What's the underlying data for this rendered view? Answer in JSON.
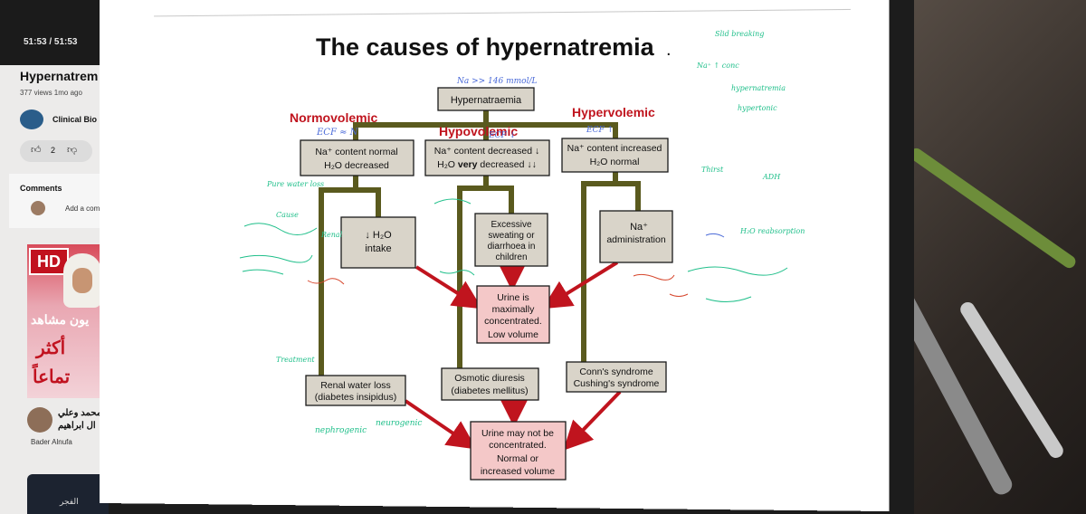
{
  "video": {
    "timestamp": "51:53 / 51:53",
    "title": "Hypernatrem",
    "meta": "377 views  1mo ago",
    "channel": "Clinical Bio",
    "like_count": "2",
    "comments_label": "Comments",
    "add_comment": "Add a com",
    "thumb_badge": "HD",
    "thumb_line1": "يون مشاهد",
    "thumb_line2": "أكثر",
    "thumb_line3": "تماعاً",
    "channel_ar_1": "محمد وعلي",
    "channel_ar_2": "ال ابراهيم",
    "author": "Bader Alnufa",
    "bottom_ar": "الفجر"
  },
  "slide": {
    "title": "The causes of hypernatremia",
    "title_dot": ".",
    "root": "Hypernatraemia",
    "categories": {
      "normo": "Normovolemic",
      "hypo": "Hypovolemic",
      "hyper": "Hypervolemic"
    },
    "level1": {
      "normo_line1": "Na⁺ content normal",
      "normo_line2": "H₂O decreased",
      "hypo_line1": "Na⁺ content decreased  ↓",
      "hypo_line2_pre": "H₂O ",
      "hypo_line2_bold": "very",
      "hypo_line2_post": " decreased  ↓↓",
      "hyper_line1": "Na⁺ content increased",
      "hyper_line2": "H₂O normal"
    },
    "level2": {
      "intake_line1": "↓ H₂O",
      "intake_line2": "intake",
      "sweat_line1": "Excessive",
      "sweat_line2": "sweating or",
      "sweat_line3": "diarrhoea in",
      "sweat_line4": "children",
      "admin_line1": "Na⁺",
      "admin_line2": "administration"
    },
    "result1": {
      "line1": "Urine is",
      "line2": "maximally",
      "line3": "concentrated.",
      "line4": "Low volume"
    },
    "level3": {
      "renal_line1": "Renal water loss",
      "renal_line2": "(diabetes insipidus)",
      "osmotic_line1": "Osmotic diuresis",
      "osmotic_line2": "(diabetes mellitus)",
      "conn_line1": "Conn's syndrome",
      "conn_line2": "Cushing's syndrome"
    },
    "result2": {
      "line1": "Urine may not be",
      "line2": "concentrated.",
      "line3": "Normal or",
      "line4": "increased volume"
    },
    "handwritten": {
      "na_level": "Na >> 146 mmol/L",
      "ecf_normo": "ECF ≈ N",
      "ecf_hypo": "ECF ↓",
      "ecf_hyper": "ECF ↑",
      "pure_water": "Pure water loss",
      "cause": "Cause",
      "renal": "Renal",
      "nephrogenic": "nephrogenic",
      "neurogenic": "neurogenic",
      "treatment": "Treatment",
      "right1": "Slid breaking",
      "right2": "Na⁺ ↑ conc",
      "right3": "hypernatremia",
      "right4": "hypertonic",
      "right5": "Thirst",
      "right6": "ADH",
      "right7": "H₂O reabsorption"
    },
    "colors": {
      "box_fill": "#d9d4c9",
      "box_stroke": "#1a1a1a",
      "pink_fill": "#f4c8c8",
      "olive_arrow": "#5a5a1e",
      "red_arrow": "#c0141e",
      "category_red": "#c0141e",
      "ink_green": "#1fbf8a",
      "ink_red": "#d6452b",
      "ink_blue": "#4a6ad8"
    }
  }
}
